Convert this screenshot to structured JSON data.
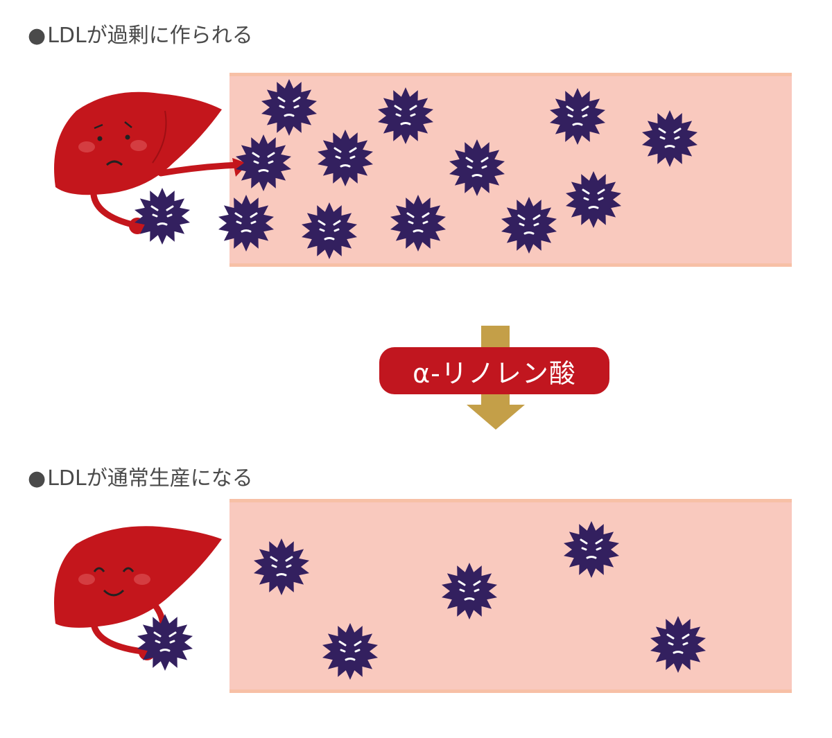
{
  "section1": {
    "heading": "LDLが過剰に作られる",
    "bullet": "●"
  },
  "section2": {
    "heading": "LDLが通常生産になる",
    "bullet": "●"
  },
  "transition": {
    "label": "α-リノレン酸",
    "arrow_color": "#c49f48",
    "badge_color": "#c1161f"
  },
  "colors": {
    "vessel": "#f9c9be",
    "vessel_edge": "#f7c0a6",
    "ldl": "#33205f",
    "liver": "#c4161c"
  }
}
